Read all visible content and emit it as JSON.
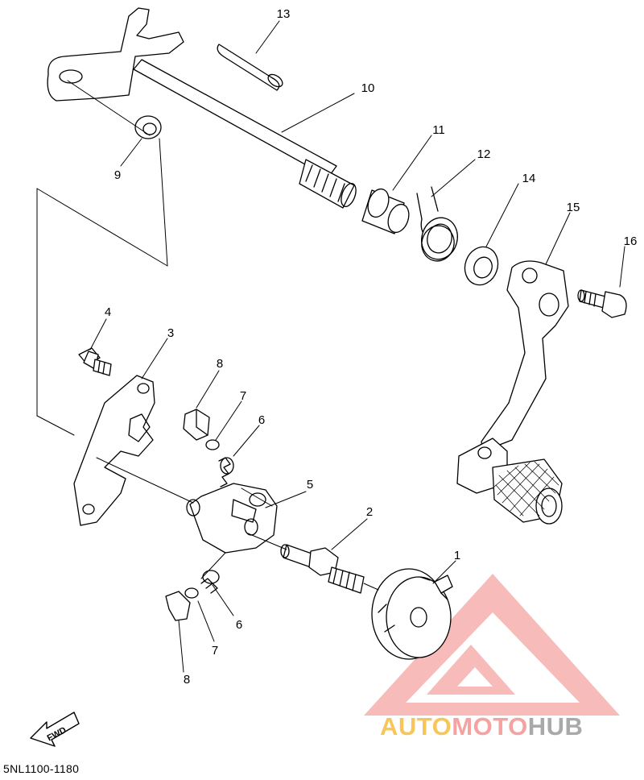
{
  "diagram": {
    "part_labels": [
      "13",
      "10",
      "11",
      "12",
      "14",
      "15",
      "16",
      "9",
      "4",
      "3",
      "8",
      "7",
      "6",
      "5",
      "2",
      "1",
      "6",
      "7",
      "8"
    ],
    "fwd_label": "FWD",
    "catalog_code": "5NL1100-1180"
  },
  "watermark": {
    "part1": "AUTO",
    "part2": "MOTO",
    "part3": "HUB",
    "colors": {
      "auto": "#f7c65a",
      "moto": "#f4a3a0",
      "hub": "#a9a9a9",
      "logo": "#f4a3a0"
    }
  }
}
